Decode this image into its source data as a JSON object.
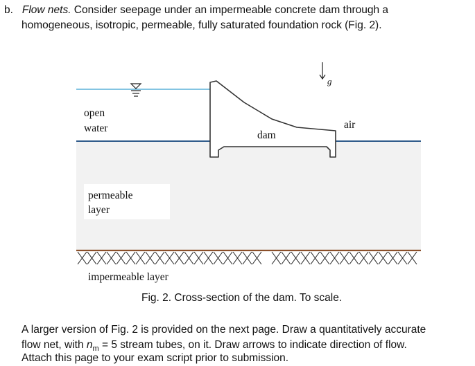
{
  "problem": {
    "label": "b.",
    "title": "Flow nets.",
    "line1_rest": " Consider seepage under an impermeable concrete dam through a",
    "line2": "homogeneous, isotropic, permeable, fully saturated foundation rock (Fig. 2)."
  },
  "figure": {
    "gravity": "g",
    "open_water": [
      "open",
      "water"
    ],
    "air": "air",
    "dam": "dam",
    "permeable_layer": [
      "permeable",
      "layer"
    ],
    "impermeable_layer": "impermeable layer",
    "caption": "Fig. 2.  Cross-section of the dam.  To scale.",
    "colors": {
      "water_line": "#5ab1d8",
      "ground_line": "#2f5a8a",
      "permeable_fill": "#f2f2f2",
      "impermeable_line": "#8a4f2a"
    }
  },
  "instructions": {
    "line1": "A larger version of Fig. 2 is provided on the next page.  Draw a quantitatively accurate",
    "line2_pre": "flow net, with ",
    "n_symbol": "n",
    "n_subscript": "m",
    "line2_post": " = 5 stream tubes, on it.  Draw arrows to indicate direction of flow.",
    "line3_partial": "Attach this page to your exam script prior to submission."
  }
}
